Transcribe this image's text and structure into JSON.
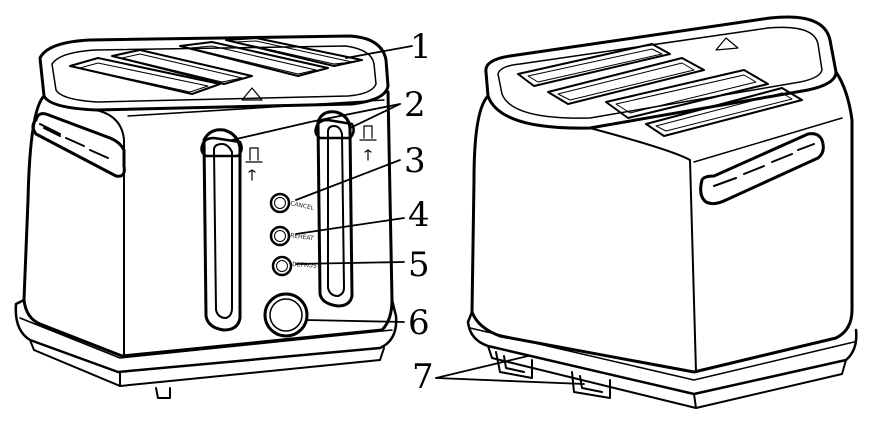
{
  "callouts": [
    {
      "number": "1",
      "part": "slot-cover"
    },
    {
      "number": "2",
      "part": "lever"
    },
    {
      "number": "3",
      "part": "cancel-button"
    },
    {
      "number": "4",
      "part": "reheat-button"
    },
    {
      "number": "5",
      "part": "defrost-button"
    },
    {
      "number": "6",
      "part": "browning-knob"
    },
    {
      "number": "7",
      "part": "feet"
    }
  ],
  "buttons": {
    "cancel": "CANCEL",
    "reheat": "REHEAT",
    "defrost": "DEFROST"
  },
  "icons": [
    "lever-up-icon",
    "lever-up-icon",
    "warning-triangle-icon",
    "warning-triangle-icon"
  ],
  "colors": {
    "line": "#000000",
    "background": "#ffffff"
  }
}
